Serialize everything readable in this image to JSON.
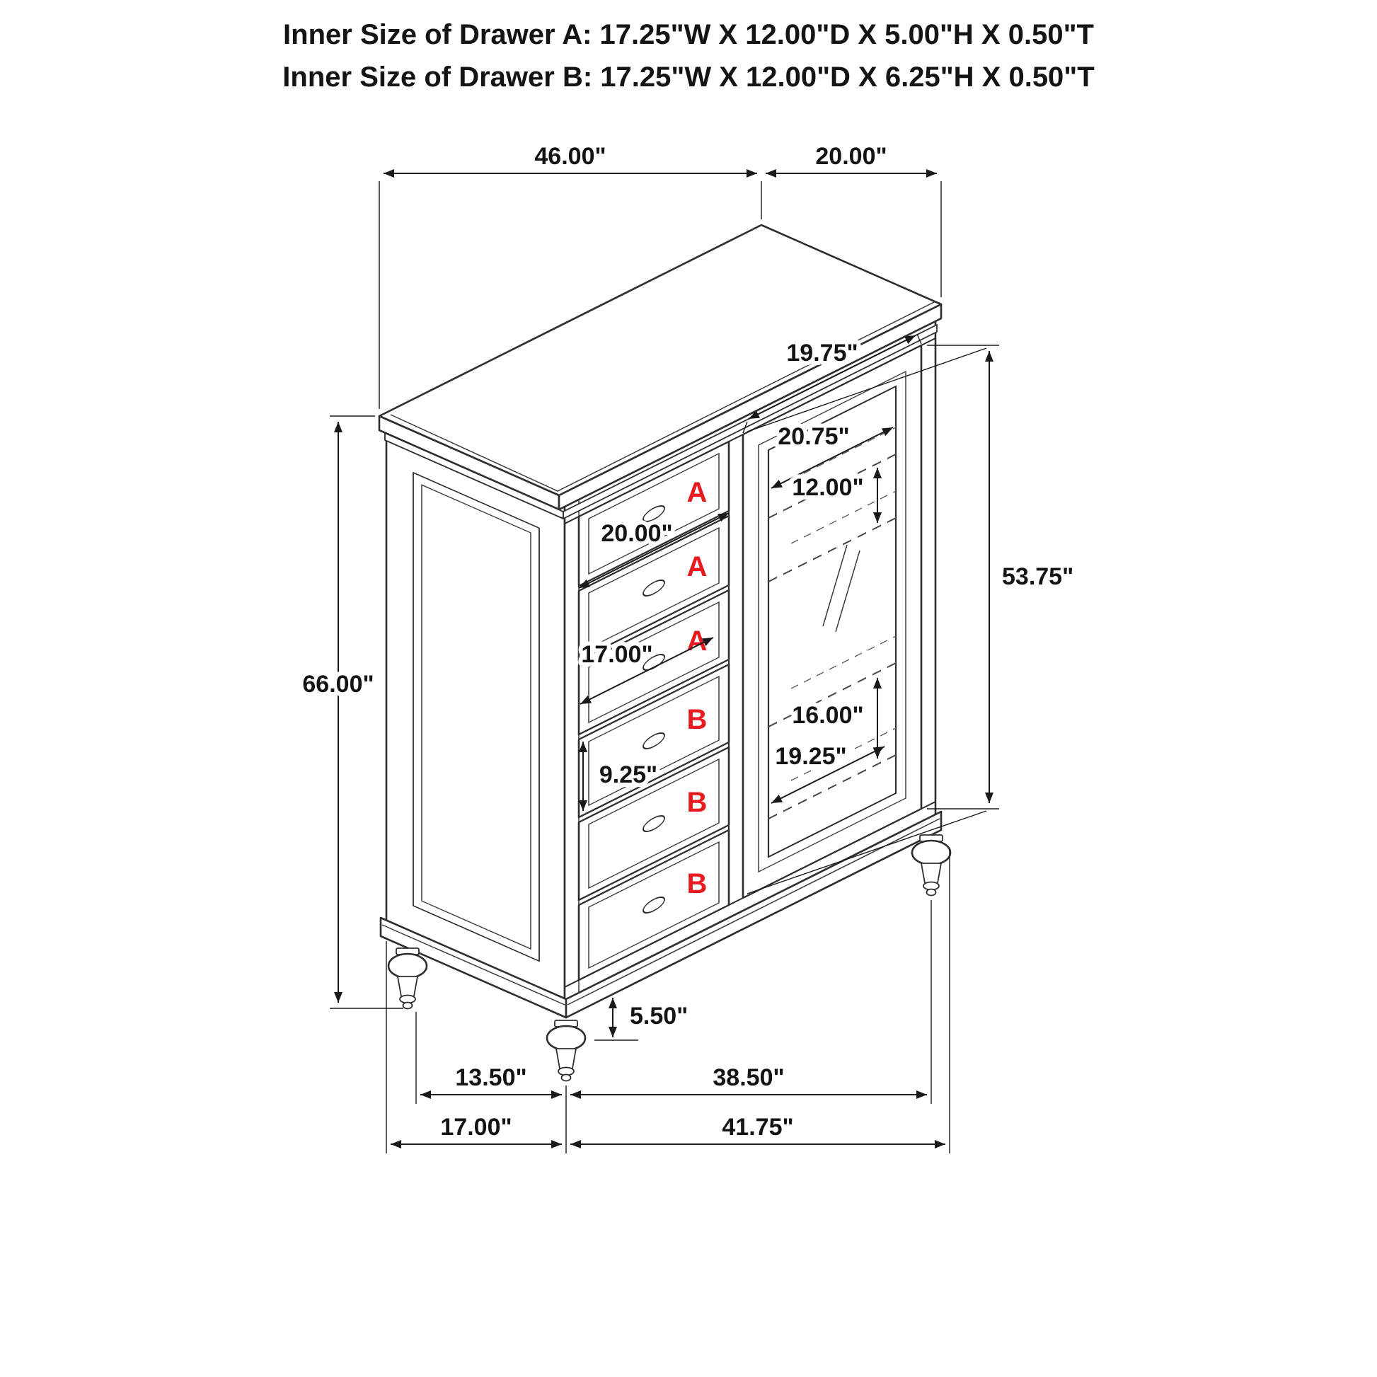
{
  "title": {
    "line1": "Inner Size of Drawer A: 17.25\"W X 12.00\"D X 5.00\"H X 0.50\"T",
    "line2": "Inner Size of Drawer B: 17.25\"W X 12.00\"D X 6.25\"H X 0.50\"T"
  },
  "drawer_letters": [
    "A",
    "A",
    "A",
    "B",
    "B",
    "B"
  ],
  "dimensions": {
    "top_width": "46.00\"",
    "top_depth": "20.00\"",
    "door_width": "19.75\"",
    "shelf_width_top": "20.75\"",
    "shelf_gap_top": "12.00\"",
    "door_height": "53.75\"",
    "drawer_width": "20.00\"",
    "overall_height": "66.00\"",
    "drawer_inner_width": "17.00\"",
    "drawer_front_height": "9.25\"",
    "shelf_gap_bottom": "16.00\"",
    "shelf_width_bottom": "19.25\"",
    "base_height": "5.50\"",
    "feet_gap_left": "13.50\"",
    "feet_gap_right": "38.50\"",
    "base_width_left": "17.00\"",
    "base_width_right": "41.75\""
  },
  "colors": {
    "line": "#2e2e2e",
    "dimension_text": "#141414",
    "drawer_letter": "#e8191f",
    "background": "#ffffff"
  }
}
